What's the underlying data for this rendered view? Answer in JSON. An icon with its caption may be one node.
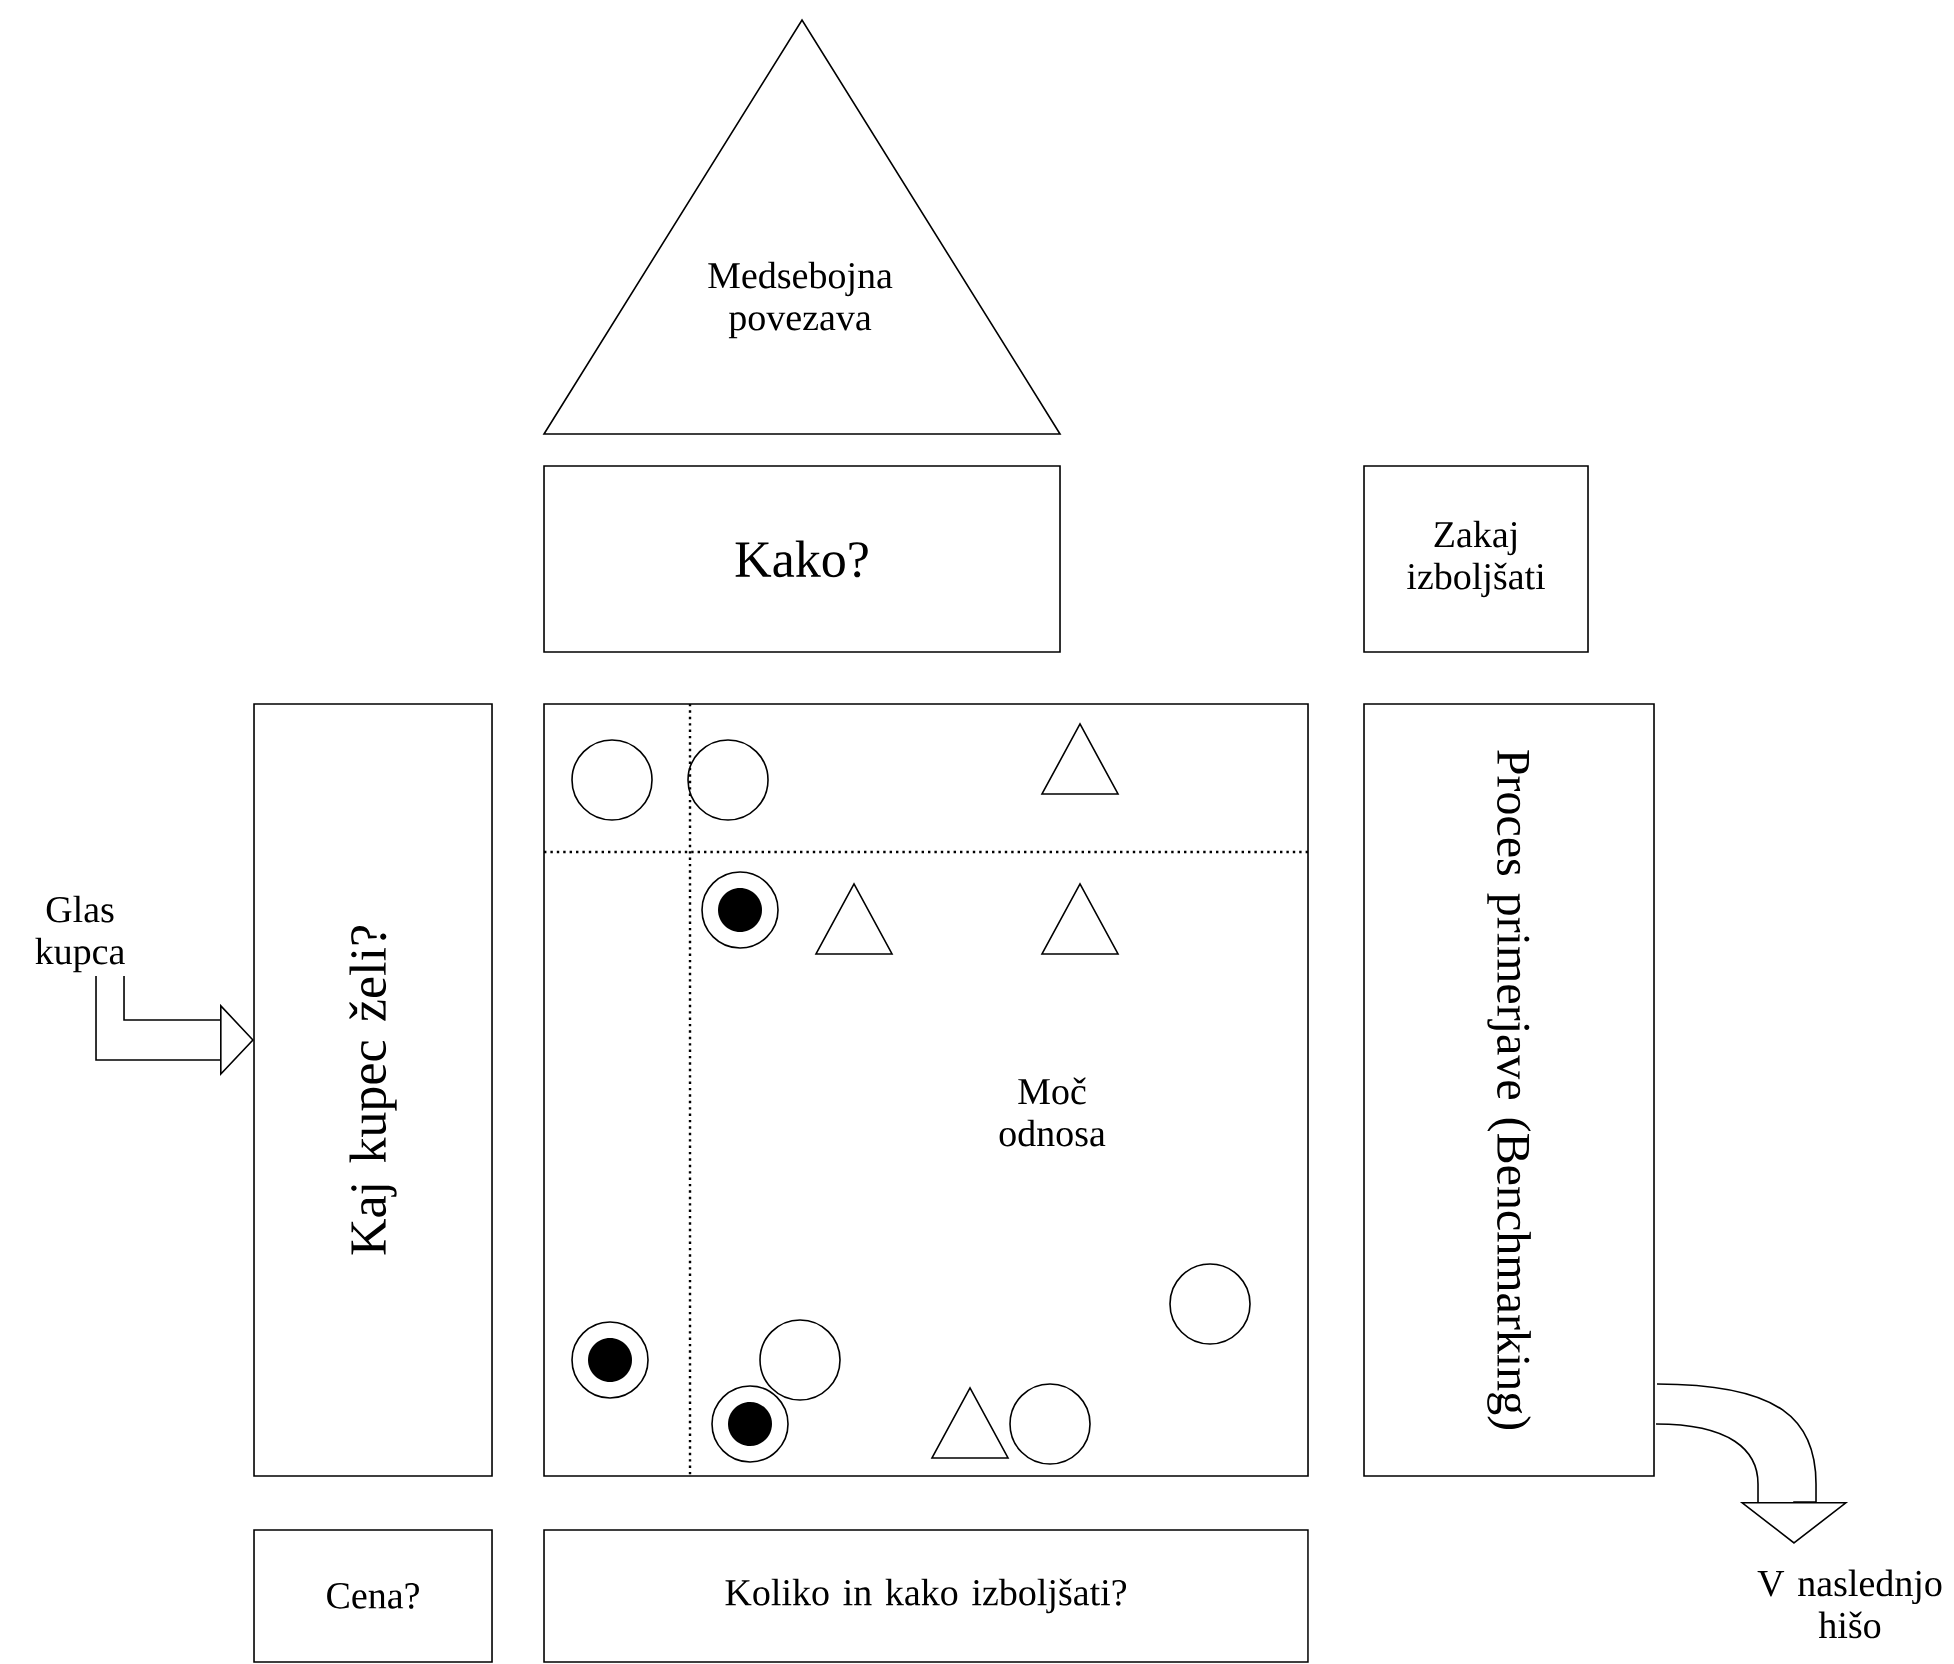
{
  "diagram": {
    "nodes": [
      {
        "text": [
          "Medsebojna povezava"
        ]
      },
      {
        "text": [
          "Kako?"
        ]
      },
      {
        "text": [
          "Zakaj izboljšati"
        ]
      },
      {
        "text": [
          "Kaj kupec želi?"
        ]
      },
      {
        "text": [
          "Moč odnosa"
        ]
      },
      {
        "text": [
          "Proces primerjave (Benchmarking)"
        ]
      },
      {
        "text": [
          "Cena?"
        ]
      },
      {
        "text": [
          "Koliko in kako izboljšati?"
        ]
      },
      {
        "text": [
          "Glas kupca"
        ]
      },
      {
        "text": [
          "V naslednjo hišo"
        ]
      }
    ],
    "edges": [
      {
        "from": 8,
        "to": 3,
        "arrow": "to"
      },
      {
        "from": 5,
        "to": 9,
        "arrow": "to"
      }
    ]
  }
}
